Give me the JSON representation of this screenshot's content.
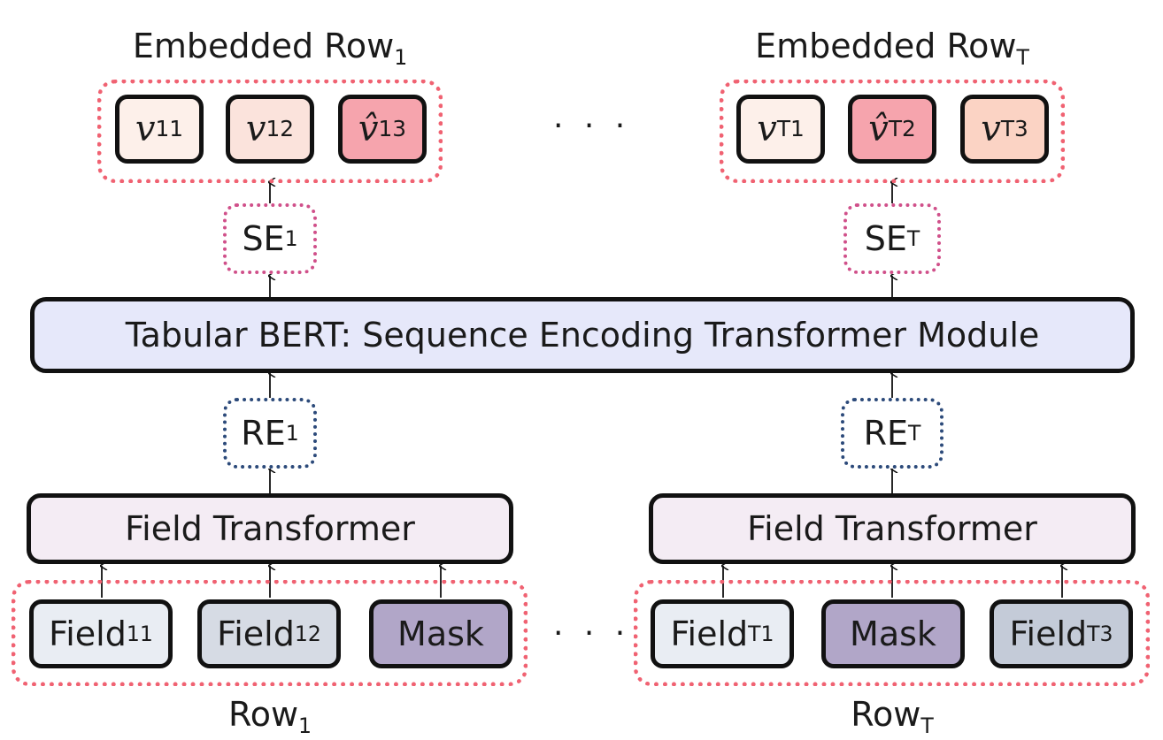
{
  "top_left_label": {
    "main": "Embedded Row",
    "sub": "1"
  },
  "top_right_label": {
    "main": "Embedded Row",
    "sub": "T"
  },
  "emb_left": [
    {
      "var": "v",
      "sub": "11",
      "hat": false,
      "color": "#fdf0ea"
    },
    {
      "var": "v",
      "sub": "12",
      "hat": false,
      "color": "#fbe3dc"
    },
    {
      "var": "v",
      "sub": "13",
      "hat": true,
      "color": "#f6a4ad"
    }
  ],
  "emb_right": [
    {
      "var": "v",
      "sub": "T1",
      "hat": false,
      "color": "#fdf0ea"
    },
    {
      "var": "v",
      "sub": "T2",
      "hat": true,
      "color": "#f6a4ad"
    },
    {
      "var": "v",
      "sub": "T3",
      "hat": false,
      "color": "#fbd3c4"
    }
  ],
  "ellipsis": "· · ·",
  "se_left": {
    "main": "SE",
    "sub": "1"
  },
  "se_right": {
    "main": "SE",
    "sub": "T"
  },
  "bert": {
    "label": "Tabular BERT: Sequence Encoding Transformer Module",
    "color": "#e6e8fa"
  },
  "re_left": {
    "main": "RE",
    "sub": "1"
  },
  "re_right": {
    "main": "RE",
    "sub": "T"
  },
  "field_transformer": {
    "label": "Field Transformer",
    "color": "#f4ecf4"
  },
  "fields_left": [
    {
      "main": "Field",
      "sub": "11",
      "color": "#e9edf3"
    },
    {
      "main": "Field",
      "sub": "12",
      "color": "#d6dbe4"
    },
    {
      "main": "Mask",
      "sub": "",
      "color": "#b1a6c8"
    }
  ],
  "fields_right": [
    {
      "main": "Field",
      "sub": "T1",
      "color": "#e9edf3"
    },
    {
      "main": "Mask",
      "sub": "",
      "color": "#b1a6c8"
    },
    {
      "main": "Field",
      "sub": "T3",
      "color": "#c4cbd8"
    }
  ],
  "row_left": {
    "main": "Row",
    "sub": "1"
  },
  "row_right": {
    "main": "Row",
    "sub": "T"
  }
}
